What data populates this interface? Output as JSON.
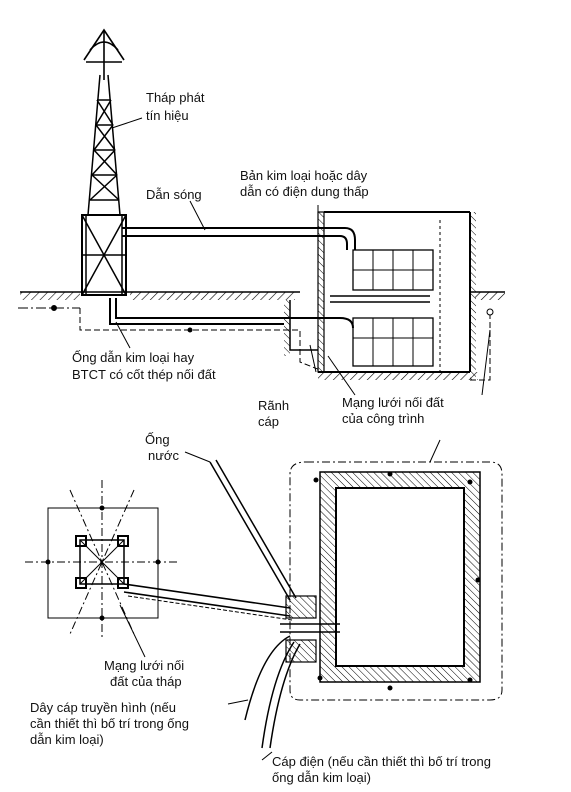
{
  "labels": {
    "tower_line1": "Tháp    phát",
    "tower_line2": "tín hiệu",
    "waveguide": "Dẫn sóng",
    "metal_plate_line1": "Bản kim loại hoặc dây",
    "metal_plate_line2": "dẫn có điện dung thấp",
    "metal_duct_line1": "Ống  dẫn  kim  loại  hay",
    "metal_duct_line2": "BTCT có cốt thép nối đất",
    "cable_trench_line1": "Rãnh",
    "cable_trench_line2": "cáp",
    "building_ground_line1": "Mạng lưới nối đất",
    "building_ground_line2": "của công trình",
    "water_pipe_line1": "Ống",
    "water_pipe_line2": "nước",
    "tower_ground_line1": "Mạng  lưới  nối",
    "tower_ground_line2": "đất của tháp",
    "tv_cable_line1": "Dây cáp truyền hình (nếu",
    "tv_cable_line2": "cần thiết thì bố trí trong ống",
    "tv_cable_line3": "dẫn kim loại)",
    "power_cable_line1": "Cáp điện (nếu cần thiết thì bố trí trong",
    "power_cable_line2": "ống dẫn kim loại)"
  },
  "colors": {
    "line": "#000000",
    "background": "#ffffff"
  }
}
